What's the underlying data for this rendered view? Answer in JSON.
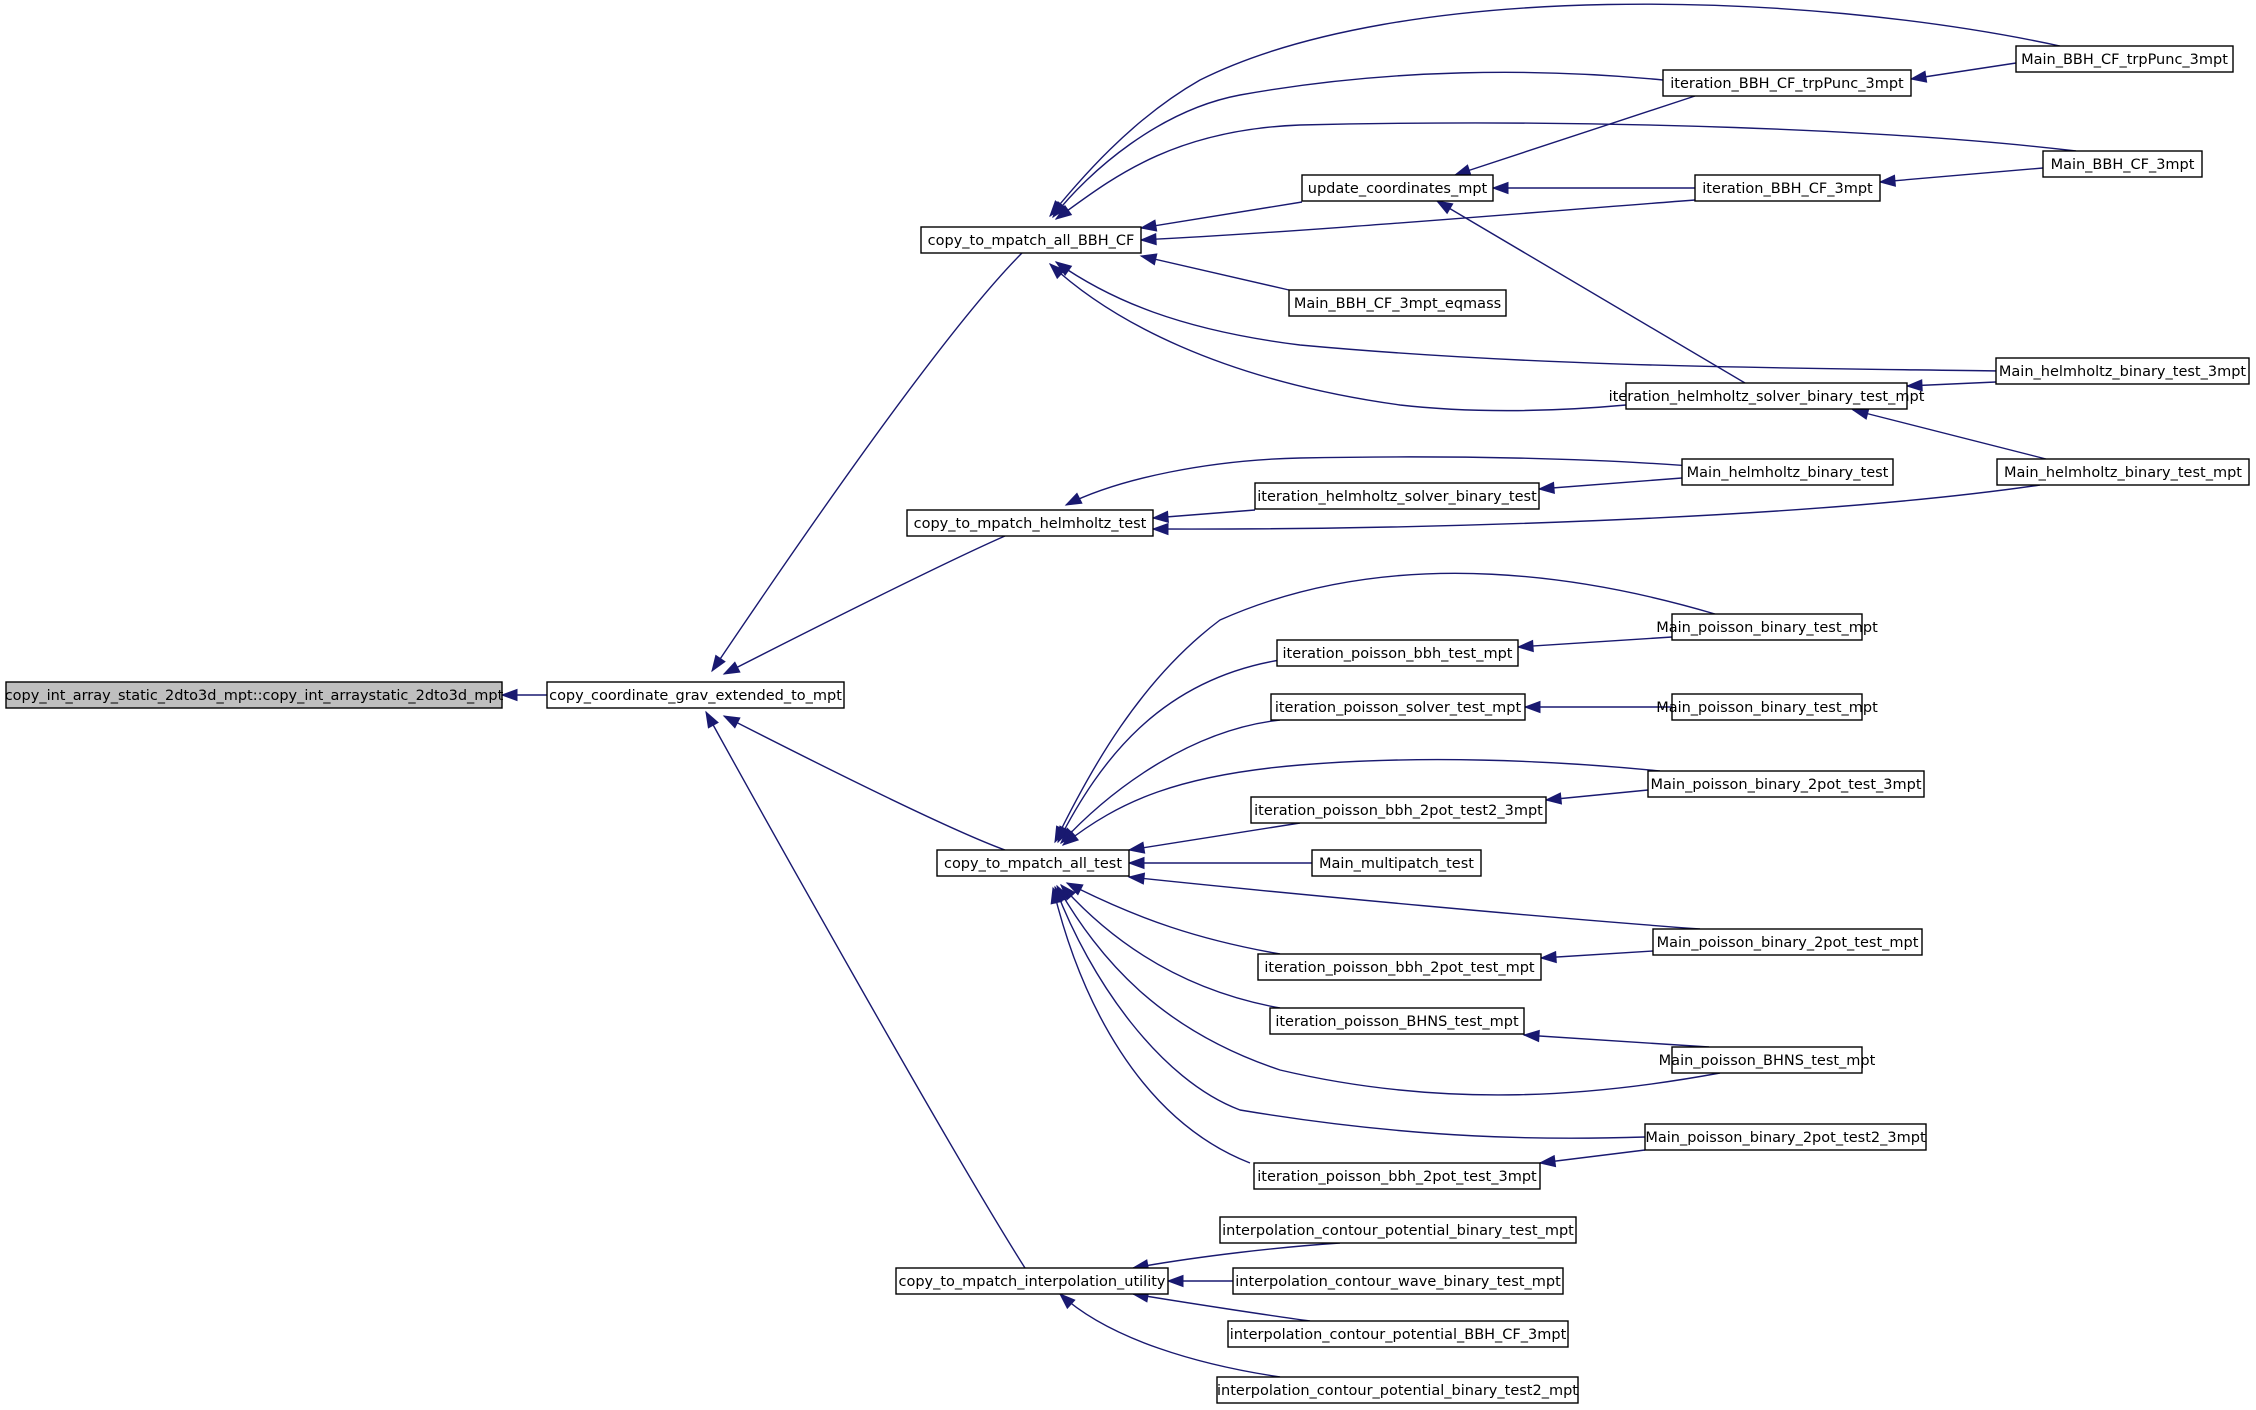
{
  "diagram": {
    "type": "call-graph",
    "direction": "right-to-left",
    "colors": {
      "edge": "#191970",
      "root_fill": "#bfbfbf",
      "node_fill": "#ffffff",
      "node_border": "#000000"
    },
    "nodes": [
      {
        "id": "n0",
        "label": "copy_int_array_static_2dto3d_mpt::copy_int_arraystatic_2dto3d_mpt",
        "highlight": true
      },
      {
        "id": "n1",
        "label": "copy_coordinate_grav_extended_to_mpt"
      },
      {
        "id": "n2",
        "label": "copy_to_mpatch_all_BBH_CF"
      },
      {
        "id": "n3",
        "label": "copy_to_mpatch_helmholtz_test"
      },
      {
        "id": "n4",
        "label": "copy_to_mpatch_all_test"
      },
      {
        "id": "n5",
        "label": "copy_to_mpatch_interpolation_utility"
      },
      {
        "id": "n6",
        "label": "update_coordinates_mpt"
      },
      {
        "id": "n7",
        "label": "Main_BBH_CF_3mpt_eqmass"
      },
      {
        "id": "n8",
        "label": "iteration_BBH_CF_trpPunc_3mpt"
      },
      {
        "id": "n9",
        "label": "iteration_BBH_CF_3mpt"
      },
      {
        "id": "n10",
        "label": "iteration_helmholtz_solver_binary_test_mpt"
      },
      {
        "id": "n11",
        "label": "Main_BBH_CF_trpPunc_3mpt"
      },
      {
        "id": "n12",
        "label": "Main_BBH_CF_3mpt"
      },
      {
        "id": "n13",
        "label": "Main_helmholtz_binary_test_3mpt"
      },
      {
        "id": "n14",
        "label": "Main_helmholtz_binary_test_mpt"
      },
      {
        "id": "n15",
        "label": "iteration_helmholtz_solver_binary_test"
      },
      {
        "id": "n16",
        "label": "Main_helmholtz_binary_test"
      },
      {
        "id": "n17",
        "label": "iteration_poisson_bbh_test_mpt"
      },
      {
        "id": "n18",
        "label": "Main_poisson_binary_test_mpt"
      },
      {
        "id": "n19",
        "label": "iteration_poisson_solver_test_mpt"
      },
      {
        "id": "n20",
        "label": "Main_poisson_binary_test_mpt"
      },
      {
        "id": "n21",
        "label": "iteration_poisson_bbh_2pot_test2_3mpt"
      },
      {
        "id": "n22",
        "label": "Main_poisson_binary_2pot_test_3mpt"
      },
      {
        "id": "n23",
        "label": "Main_multipatch_test"
      },
      {
        "id": "n24",
        "label": "Main_poisson_binary_2pot_test_mpt"
      },
      {
        "id": "n25",
        "label": "iteration_poisson_bbh_2pot_test_mpt"
      },
      {
        "id": "n26",
        "label": "iteration_poisson_BHNS_test_mpt"
      },
      {
        "id": "n27",
        "label": "Main_poisson_BHNS_test_mpt"
      },
      {
        "id": "n28",
        "label": "Main_poisson_binary_2pot_test2_3mpt"
      },
      {
        "id": "n29",
        "label": "iteration_poisson_bbh_2pot_test_3mpt"
      },
      {
        "id": "n30",
        "label": "interpolation_contour_potential_binary_test_mpt"
      },
      {
        "id": "n31",
        "label": "interpolation_contour_wave_binary_test_mpt"
      },
      {
        "id": "n32",
        "label": "interpolation_contour_potential_BBH_CF_3mpt"
      },
      {
        "id": "n33",
        "label": "interpolation_contour_potential_binary_test2_mpt"
      }
    ],
    "edges": [
      {
        "from": "n1",
        "to": "n0"
      },
      {
        "from": "n2",
        "to": "n1"
      },
      {
        "from": "n3",
        "to": "n1"
      },
      {
        "from": "n4",
        "to": "n1"
      },
      {
        "from": "n5",
        "to": "n1"
      },
      {
        "from": "n11",
        "to": "n2"
      },
      {
        "from": "n8",
        "to": "n2"
      },
      {
        "from": "n12",
        "to": "n2"
      },
      {
        "from": "n6",
        "to": "n2"
      },
      {
        "from": "n9",
        "to": "n2"
      },
      {
        "from": "n7",
        "to": "n2"
      },
      {
        "from": "n13",
        "to": "n2"
      },
      {
        "from": "n10",
        "to": "n2"
      },
      {
        "from": "n11",
        "to": "n8"
      },
      {
        "from": "n8",
        "to": "n6"
      },
      {
        "from": "n9",
        "to": "n6"
      },
      {
        "from": "n10",
        "to": "n6"
      },
      {
        "from": "n12",
        "to": "n9"
      },
      {
        "from": "n13",
        "to": "n10"
      },
      {
        "from": "n14",
        "to": "n10"
      },
      {
        "from": "n16",
        "to": "n3"
      },
      {
        "from": "n15",
        "to": "n3"
      },
      {
        "from": "n14",
        "to": "n3"
      },
      {
        "from": "n16",
        "to": "n15"
      },
      {
        "from": "n18",
        "to": "n4"
      },
      {
        "from": "n17",
        "to": "n4"
      },
      {
        "from": "n19",
        "to": "n4"
      },
      {
        "from": "n22",
        "to": "n4"
      },
      {
        "from": "n21",
        "to": "n4"
      },
      {
        "from": "n23",
        "to": "n4"
      },
      {
        "from": "n24",
        "to": "n4"
      },
      {
        "from": "n25",
        "to": "n4"
      },
      {
        "from": "n26",
        "to": "n4"
      },
      {
        "from": "n27",
        "to": "n4"
      },
      {
        "from": "n28",
        "to": "n4"
      },
      {
        "from": "n29",
        "to": "n4"
      },
      {
        "from": "n18",
        "to": "n17"
      },
      {
        "from": "n20",
        "to": "n19"
      },
      {
        "from": "n22",
        "to": "n21"
      },
      {
        "from": "n24",
        "to": "n25"
      },
      {
        "from": "n27",
        "to": "n26"
      },
      {
        "from": "n28",
        "to": "n29"
      },
      {
        "from": "n30",
        "to": "n5"
      },
      {
        "from": "n31",
        "to": "n5"
      },
      {
        "from": "n32",
        "to": "n5"
      },
      {
        "from": "n33",
        "to": "n5"
      }
    ]
  }
}
